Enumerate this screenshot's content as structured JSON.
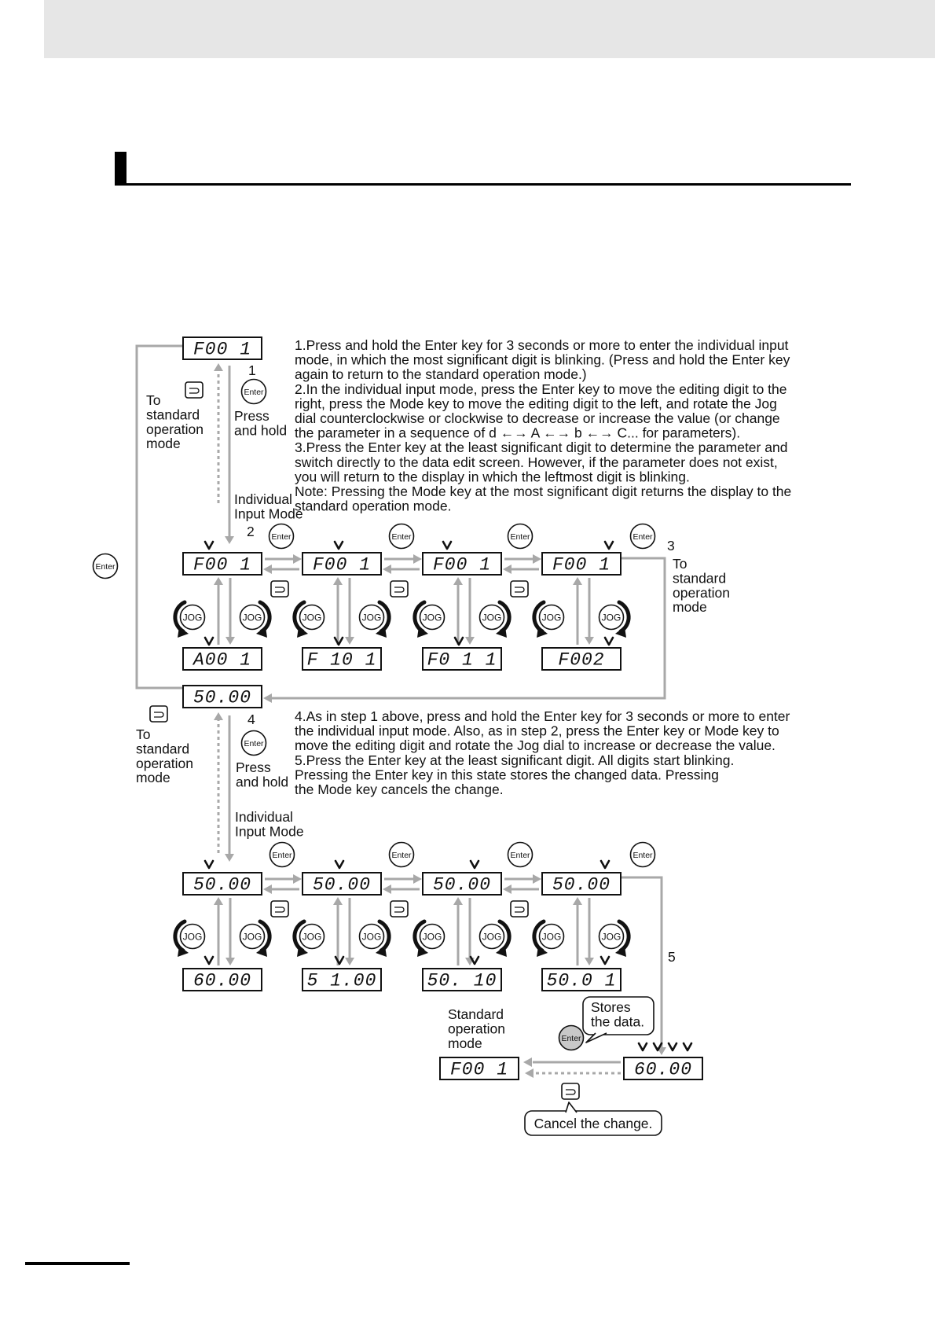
{
  "diagram": {
    "displays": {
      "param_top": "F00 1",
      "param_row": [
        "F00 1",
        "F00 1",
        "F00 1",
        "F00 1"
      ],
      "param_changed": [
        "A00 1",
        "F 10 1",
        "F0 1 1",
        "F002"
      ],
      "data_top": "50.00",
      "data_row": [
        "50.00",
        "50.00",
        "50.00",
        "50.00"
      ],
      "data_changed": [
        "60.00",
        "5 1.00",
        "50. 10",
        "50.0 1"
      ],
      "final_left": "F00 1",
      "final_right": "60.00"
    },
    "key_labels": {
      "enter": "Enter",
      "jog": "JOG"
    },
    "step_numbers": [
      "1",
      "2",
      "3",
      "4",
      "5"
    ],
    "labels": {
      "to_standard_1": [
        "To",
        "standard",
        "operation",
        "mode"
      ],
      "to_standard_2": [
        "To",
        "standard",
        "operation",
        "mode"
      ],
      "to_standard_3": [
        "To",
        "standard",
        "operation",
        "mode"
      ],
      "press_hold_1": [
        "Press",
        "and hold"
      ],
      "press_hold_2": [
        "Press",
        "and hold"
      ],
      "individual_input_1": [
        "Individual",
        "Input Mode"
      ],
      "individual_input_2": [
        "Individual",
        "Input Mode"
      ],
      "standard_operation": [
        "Standard",
        "operation",
        "mode"
      ],
      "stores_data": [
        "Stores",
        "the data."
      ],
      "cancel_change": "Cancel the change."
    },
    "instructions_top": [
      "1.Press and hold the Enter key for 3 seconds or more to enter the individual input",
      "mode, in which the most significant digit is blinking. (Press and hold the Enter key",
      "again to return to the standard operation mode.)",
      "2.In the individual input mode, press the Enter key to move the editing digit to the",
      "right, press the Mode key to move the editing digit to the left, and rotate the Jog",
      "dial counterclockwise or clockwise to decrease or increase the value (or change",
      "the parameter in a sequence of d ←→ A ←→ b ←→ C... for parameters).",
      "3.Press the Enter key at the least significant digit to determine the parameter and",
      "switch directly to the data edit screen. However, if the parameter does not exist,",
      "you will return to the display in which the leftmost digit is blinking.",
      "Note: Pressing the Mode key at the most significant digit returns the display to the",
      "standard operation mode."
    ],
    "instructions_bottom": [
      "4.As in step 1 above, press and hold the Enter key for 3 seconds or more to enter",
      "the individual input mode. Also, as in step 2, press the Enter key or Mode key to",
      "move the editing digit and rotate the Jog dial to increase or decrease the value.",
      "5.Press the Enter key at the least significant digit. All digits start blinking.",
      "Pressing the Enter key in this state stores the changed data. Pressing",
      "the Mode key cancels the change."
    ]
  }
}
